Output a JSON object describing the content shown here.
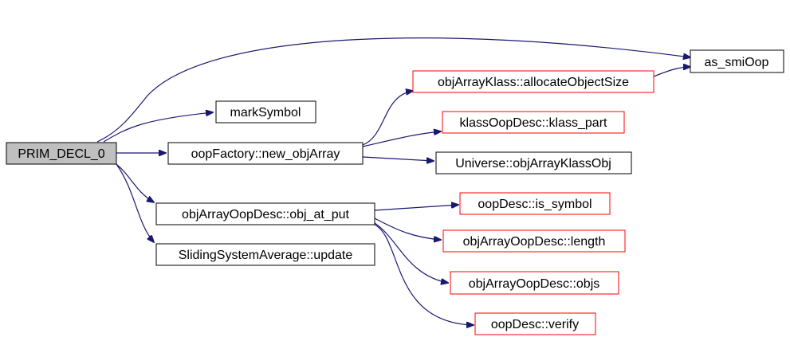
{
  "diagram": {
    "type": "call-graph",
    "colors": {
      "edge": "#191970",
      "root_fill": "#bfbfbf",
      "node_border": "#000000",
      "external_node_border": "#ff0000"
    },
    "nodes": [
      {
        "id": "prim",
        "label": "PRIM_DECL_0",
        "style": "root"
      },
      {
        "id": "as_smi",
        "label": "as_smiOop",
        "style": "normal"
      },
      {
        "id": "alloc",
        "label": "objArrayKlass::allocateObjectSize",
        "style": "external"
      },
      {
        "id": "mark",
        "label": "markSymbol",
        "style": "normal"
      },
      {
        "id": "klass_part",
        "label": "klassOopDesc::klass_part",
        "style": "external"
      },
      {
        "id": "new_objarray",
        "label": "oopFactory::new_objArray",
        "style": "normal"
      },
      {
        "id": "universe",
        "label": "Universe::objArrayKlassObj",
        "style": "normal"
      },
      {
        "id": "obj_at_put",
        "label": "objArrayOopDesc::obj_at_put",
        "style": "normal"
      },
      {
        "id": "is_symbol",
        "label": "oopDesc::is_symbol",
        "style": "external"
      },
      {
        "id": "length",
        "label": "objArrayOopDesc::length",
        "style": "external"
      },
      {
        "id": "sliding",
        "label": "SlidingSystemAverage::update",
        "style": "normal"
      },
      {
        "id": "objs",
        "label": "objArrayOopDesc::objs",
        "style": "external"
      },
      {
        "id": "verify",
        "label": "oopDesc::verify",
        "style": "external"
      }
    ],
    "edges": [
      {
        "from": "prim",
        "to": "as_smi"
      },
      {
        "from": "prim",
        "to": "mark"
      },
      {
        "from": "prim",
        "to": "new_objarray"
      },
      {
        "from": "prim",
        "to": "obj_at_put"
      },
      {
        "from": "prim",
        "to": "sliding"
      },
      {
        "from": "alloc",
        "to": "as_smi"
      },
      {
        "from": "new_objarray",
        "to": "alloc"
      },
      {
        "from": "new_objarray",
        "to": "klass_part"
      },
      {
        "from": "new_objarray",
        "to": "universe"
      },
      {
        "from": "obj_at_put",
        "to": "is_symbol"
      },
      {
        "from": "obj_at_put",
        "to": "length"
      },
      {
        "from": "obj_at_put",
        "to": "objs"
      },
      {
        "from": "obj_at_put",
        "to": "verify"
      }
    ]
  }
}
